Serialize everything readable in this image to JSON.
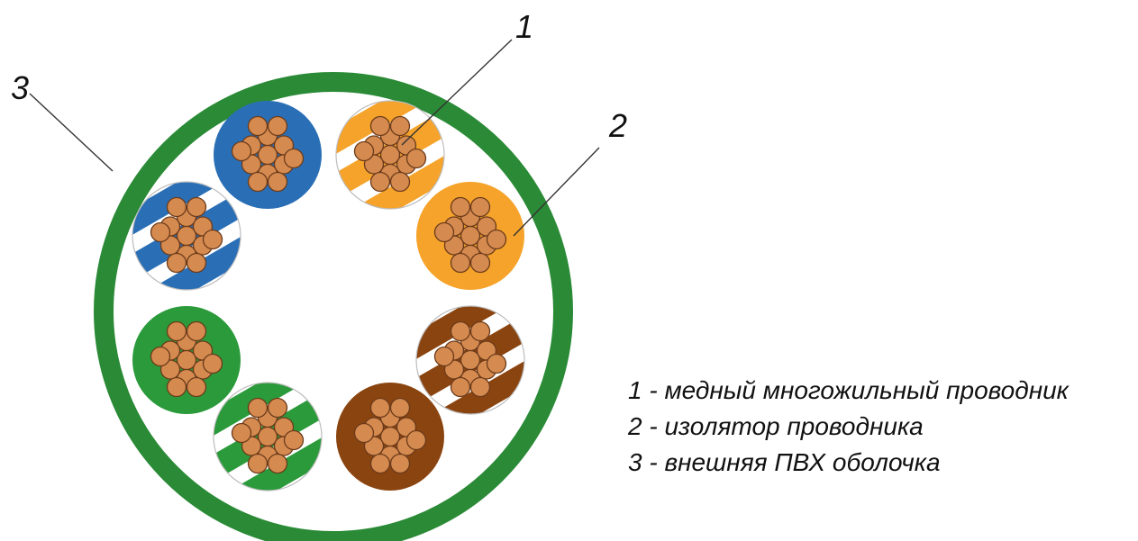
{
  "colors": {
    "jacket": "#2a8a36",
    "copper": "#d58a4f",
    "copper_stroke": "#6a3a1a",
    "blue": "#2a6fb6",
    "orange": "#f5a32a",
    "green": "#2a9a3a",
    "brown": "#8a4410",
    "stripe_white": "#ffffff"
  },
  "callouts": {
    "conductor": "1",
    "insulator": "2",
    "jacket": "3"
  },
  "legend": [
    {
      "text": "1 - медный многожильный проводник"
    },
    {
      "text": "2 - изолятор проводника"
    },
    {
      "text": "3 - внешняя ПВХ оболочка"
    }
  ],
  "wires": [
    {
      "name": "blue",
      "color": "blue",
      "striped": false
    },
    {
      "name": "orange-white",
      "color": "orange",
      "striped": true
    },
    {
      "name": "orange",
      "color": "orange",
      "striped": false
    },
    {
      "name": "brown-white",
      "color": "brown",
      "striped": true
    },
    {
      "name": "brown",
      "color": "brown",
      "striped": false
    },
    {
      "name": "green-white",
      "color": "green",
      "striped": true
    },
    {
      "name": "green",
      "color": "green",
      "striped": false
    },
    {
      "name": "blue-white",
      "color": "blue",
      "striped": true
    }
  ]
}
